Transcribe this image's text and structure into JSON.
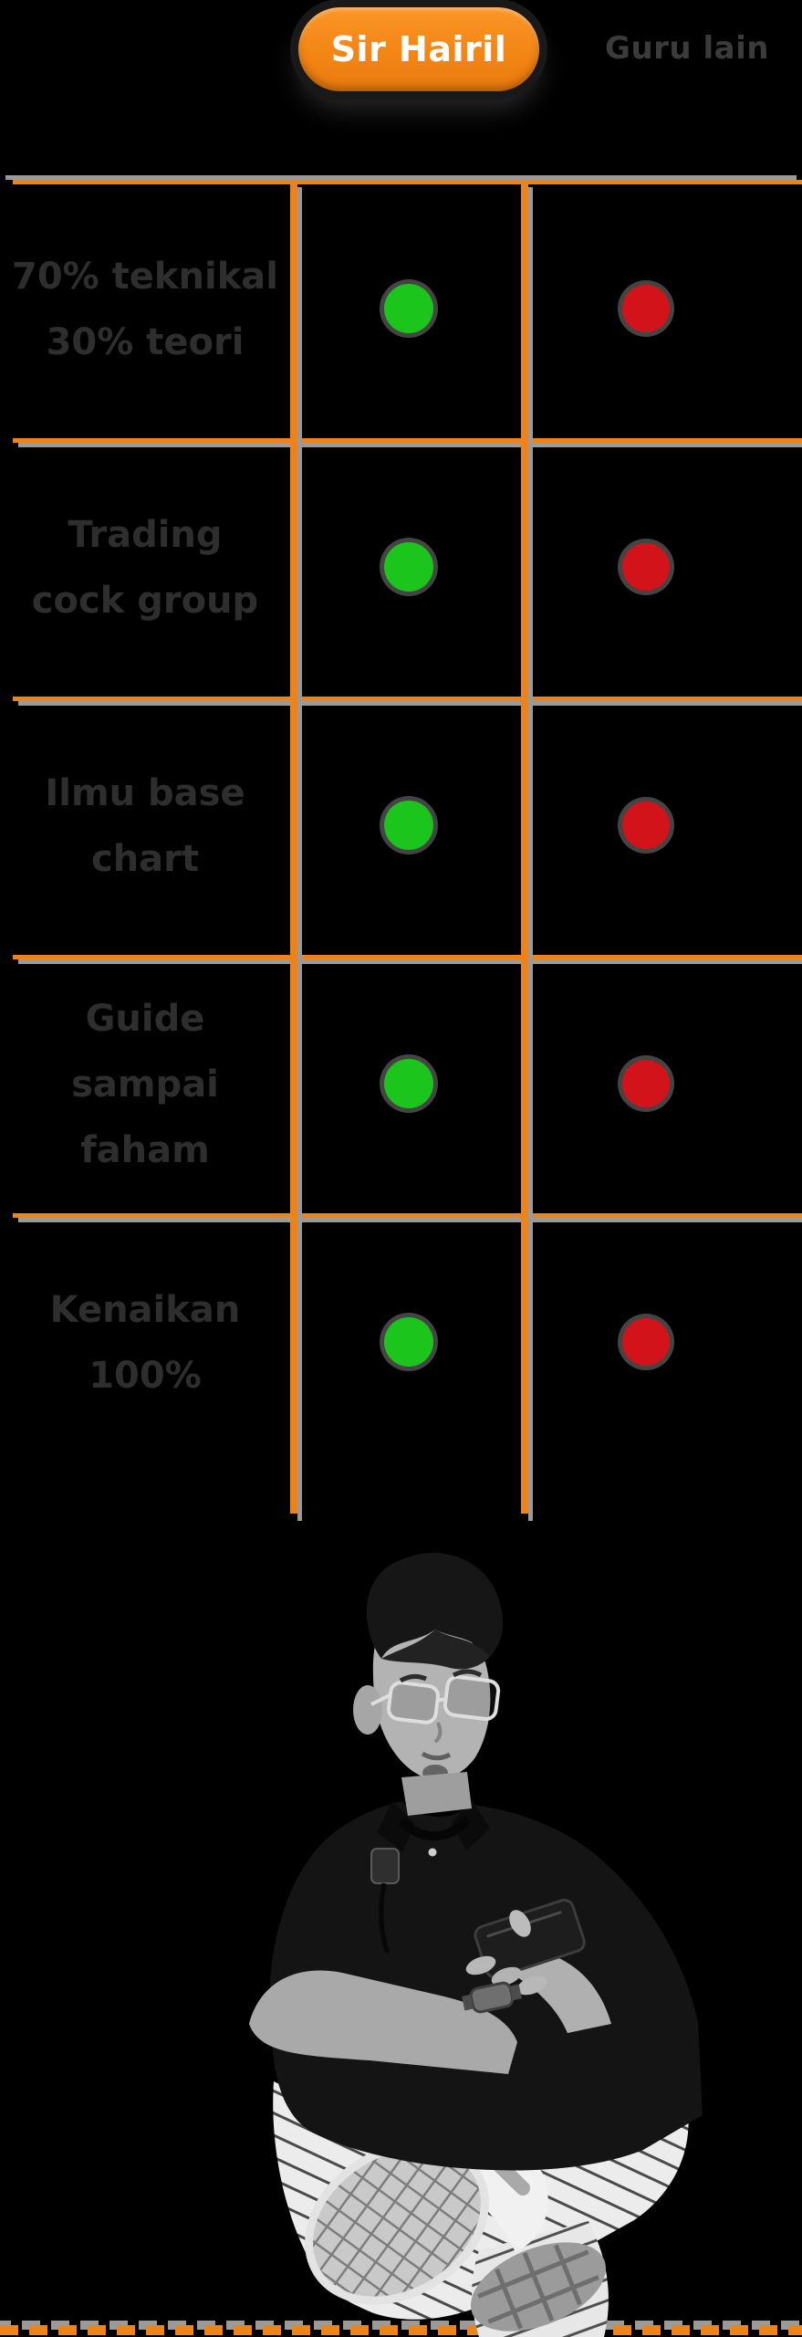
{
  "header": {
    "active_tab": "Sir Hairil",
    "inactive_tab": "Guru lain"
  },
  "colors": {
    "accent_orange": "#ee8317",
    "line_shadow_gray": "#9a9a9a",
    "positive_green": "#1cc51c",
    "negative_red": "#d2131a",
    "label_text": "#2e2e2e",
    "inactive_tab_text": "#3b3b3b",
    "active_tab_text": "#ffffff",
    "background": "#000000"
  },
  "comparison_table": {
    "columns": [
      "Sir Hairil",
      "Guru lain"
    ],
    "rows": [
      {
        "feature_lines": [
          "70% teknikal",
          "30% teori"
        ],
        "sir_hairil_dot": "green",
        "guru_lain_dot": "red"
      },
      {
        "feature_lines": [
          "Trading",
          "cock group"
        ],
        "sir_hairil_dot": "green",
        "guru_lain_dot": "red"
      },
      {
        "feature_lines": [
          "Ilmu base",
          "chart"
        ],
        "sir_hairil_dot": "green",
        "guru_lain_dot": "red"
      },
      {
        "feature_lines": [
          "Guide",
          "sampai",
          "faham"
        ],
        "sir_hairil_dot": "green",
        "guru_lain_dot": "red"
      },
      {
        "feature_lines": [
          "Kenaikan",
          "100%"
        ],
        "sir_hairil_dot": "green",
        "guru_lain_dot": "red"
      }
    ]
  },
  "photo": {
    "description": "Grayscale cut-out photo of a man with glasses and a black polo shirt, sitting cross-legged in pinstriped pants and white sneakers, looking down at his phone"
  }
}
